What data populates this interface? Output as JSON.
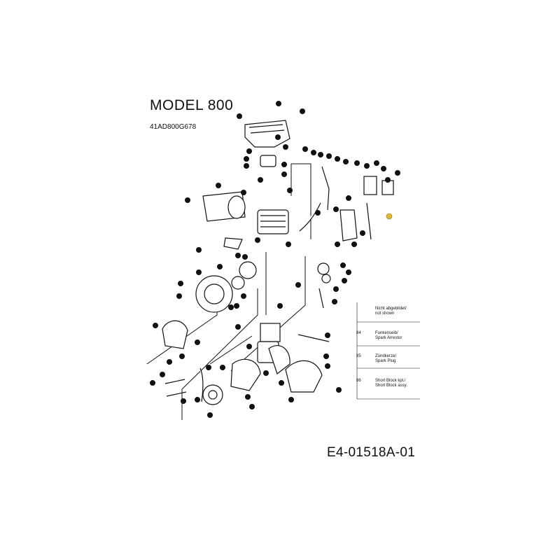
{
  "header": {
    "model_title": "MODEL  800",
    "model_number": "41AD800G678"
  },
  "footer": {
    "doc_number": "E4-01518A-01"
  },
  "legend": {
    "note": [
      "Nicht abgebildet/",
      "not shown"
    ],
    "rows": [
      {
        "num": "84",
        "text": [
          "Funkenseib/",
          "Spark Arrestor"
        ]
      },
      {
        "num": "85",
        "text": [
          "Zündkerze/",
          "Spark Plug"
        ]
      },
      {
        "num": "86",
        "text": [
          "Short Block kpl./",
          "Short Block assy."
        ]
      }
    ]
  },
  "colors": {
    "ink": "#111111",
    "highlight": "#e0b830"
  }
}
